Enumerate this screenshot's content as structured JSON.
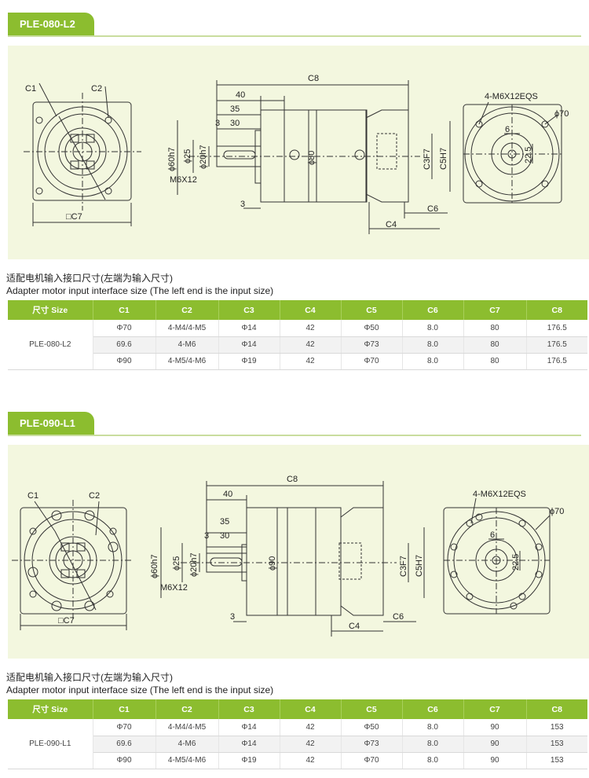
{
  "sections": [
    {
      "model": "PLE-080-L2",
      "labels": {
        "C1": "C1",
        "C2": "C2",
        "C7": "□C7",
        "C8": "C8",
        "d40": "40",
        "d35": "35",
        "d30": "30",
        "d3a": "3",
        "d3b": "3",
        "d60": "ϕ60h7",
        "d25": "ϕ25",
        "d20": "ϕ20h7",
        "m6": "M6X12",
        "d80": "ϕ80",
        "c3": "C3F7",
        "c5": "C5H7",
        "c6": "C6",
        "c4": "C4",
        "bolt": "4-M6X12EQS",
        "d70": "ϕ70",
        "d6": "6",
        "d225": "22.5"
      },
      "caption_cn": "适配电机输入接口尺寸(左端为输入尺寸)",
      "caption_en": "Adapter motor input interface size (The left end is the input size)",
      "table": {
        "headers": [
          "尺寸 Size",
          "C1",
          "C2",
          "C3",
          "C4",
          "C5",
          "C6",
          "C7",
          "C8"
        ],
        "model_label": "PLE-080-L2",
        "rows": [
          [
            "Φ70",
            "4-M4/4-M5",
            "Φ14",
            "42",
            "Φ50",
            "8.0",
            "80",
            "176.5"
          ],
          [
            "69.6",
            "4-M6",
            "Φ14",
            "42",
            "Φ73",
            "8.0",
            "80",
            "176.5"
          ],
          [
            "Φ90",
            "4-M5/4-M6",
            "Φ19",
            "42",
            "Φ70",
            "8.0",
            "80",
            "176.5"
          ]
        ]
      }
    },
    {
      "model": "PLE-090-L1",
      "labels": {
        "C1": "C1",
        "C2": "C2",
        "C7": "□C7",
        "C8": "C8",
        "d40": "40",
        "d35": "35",
        "d30": "30",
        "d3a": "3",
        "d3b": "3",
        "d60": "ϕ60h7",
        "d25": "ϕ25",
        "d20": "ϕ20h7",
        "m6": "M6X12",
        "d80": "ϕ90",
        "c3": "C3F7",
        "c5": "C5H7",
        "c6": "C6",
        "c4": "C4",
        "bolt": "4-M6X12EQS",
        "d70": "ϕ70",
        "d6": "6",
        "d225": "22.5"
      },
      "caption_cn": "适配电机输入接口尺寸(左端为输入尺寸)",
      "caption_en": "Adapter motor input interface size (The left end is the input size)",
      "table": {
        "headers": [
          "尺寸 Size",
          "C1",
          "C2",
          "C3",
          "C4",
          "C5",
          "C6",
          "C7",
          "C8"
        ],
        "model_label": "PLE-090-L1",
        "rows": [
          [
            "Φ70",
            "4-M4/4-M5",
            "Φ14",
            "42",
            "Φ50",
            "8.0",
            "90",
            "153"
          ],
          [
            "69.6",
            "4-M6",
            "Φ14",
            "42",
            "Φ73",
            "8.0",
            "90",
            "153"
          ],
          [
            "Φ90",
            "4-M5/4-M6",
            "Φ19",
            "42",
            "Φ70",
            "8.0",
            "90",
            "153"
          ]
        ]
      }
    }
  ]
}
